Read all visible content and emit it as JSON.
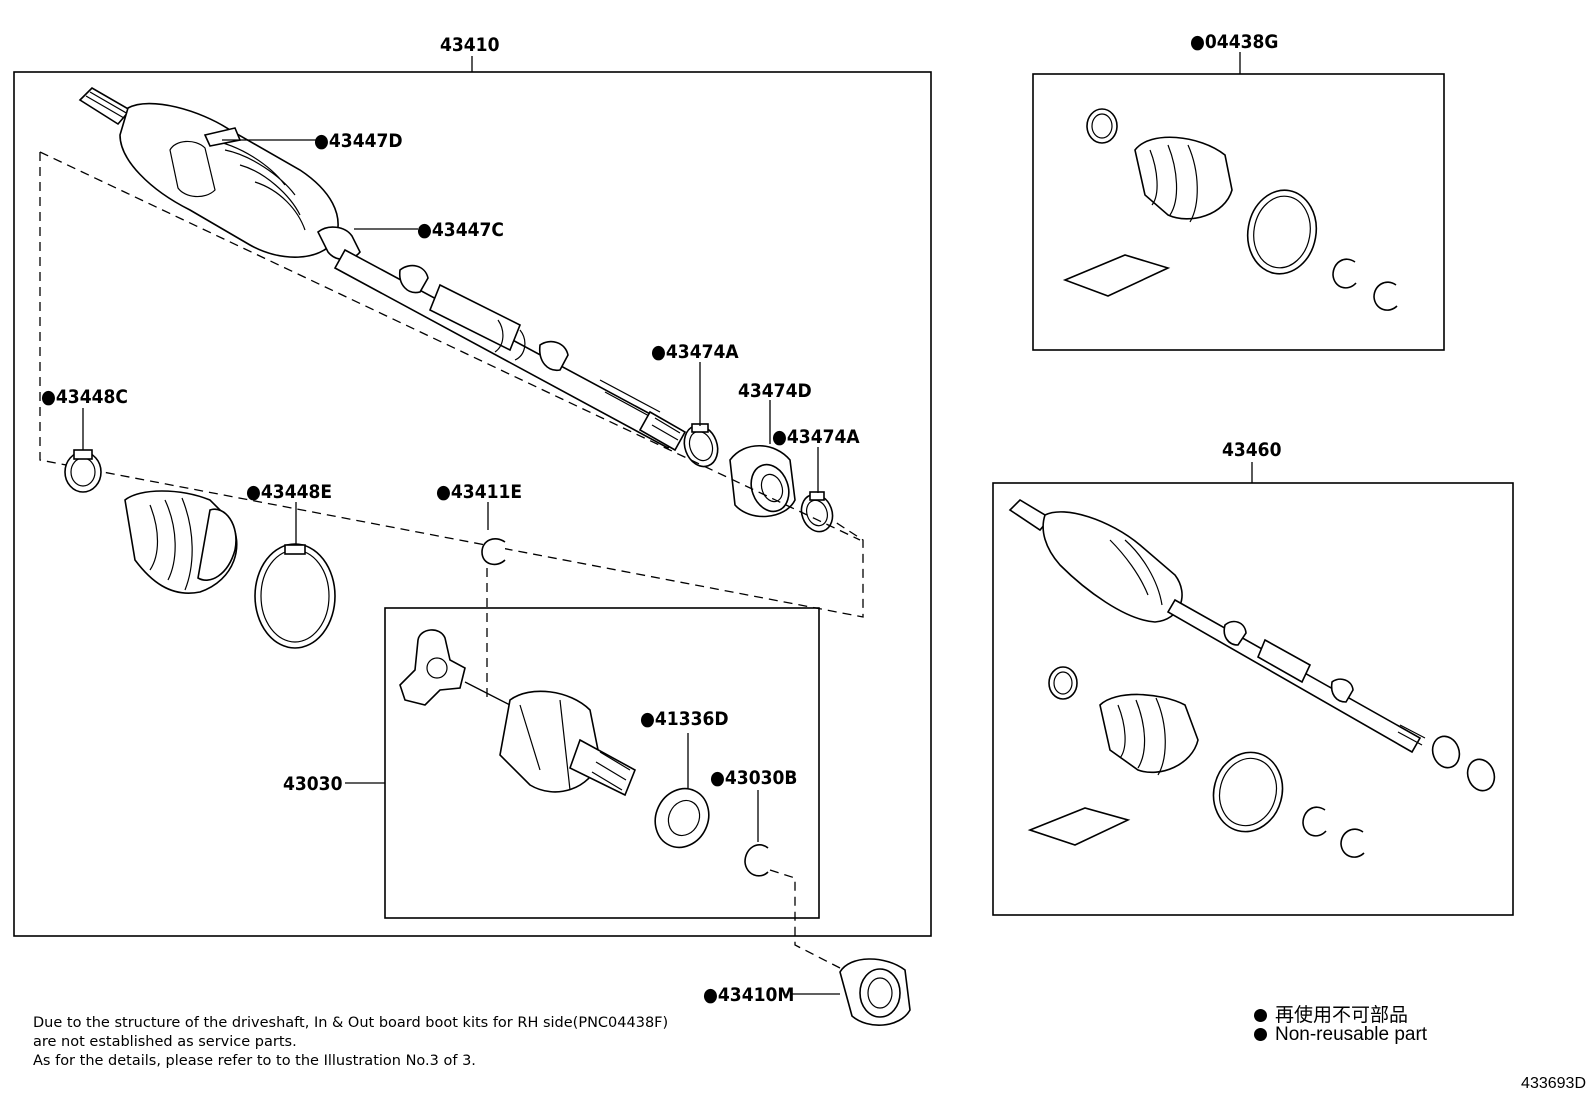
{
  "labels": {
    "assy_lh": "43410",
    "boot_kit_rh": "●04438G",
    "assy_rh": "43460",
    "clamp_43447D": "●43447D",
    "clamp_43447C": "●43447C",
    "clamp_43448C": "●43448C",
    "band_43448E": "●43448E",
    "snap_43411E": "●43411E",
    "clamp_43474A_1": "●43474A",
    "damper_43474D": "43474D",
    "clamp_43474A_2": "●43474A",
    "joint_43030": "43030",
    "seal_41336D": "●41336D",
    "ring_43030B": "●43030B",
    "bearing_43410M": "●43410M"
  },
  "notes": {
    "line1": "Due to the structure of the driveshaft, In & Out board  boot kits for RH side(PNC04438F)",
    "line2": "are not established as service parts.",
    "line3": "As for the details, please refer to to the Illustration No.3 of 3."
  },
  "legend": {
    "jp": "再使用不可部品",
    "en": "Non-reusable part"
  },
  "figure_number": "433693D"
}
